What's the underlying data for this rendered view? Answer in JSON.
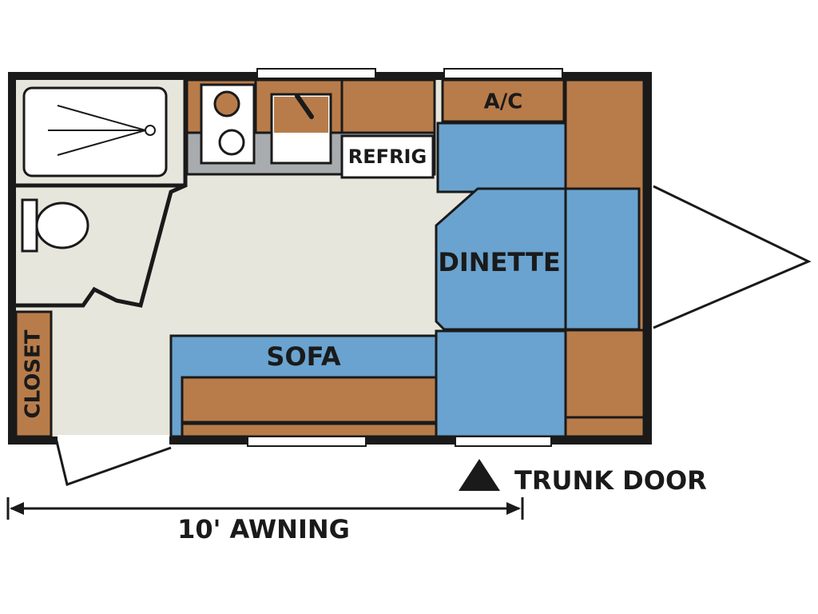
{
  "labels": {
    "ac": "A/C",
    "refrig": "REFRIG",
    "dinette": "DINETTE",
    "sofa": "SOFA",
    "closet": "CLOSET",
    "trunk_door": "TRUNK DOOR",
    "awning": "10' AWNING"
  },
  "colors": {
    "wood": "#b87c4a",
    "cushion": "#6aa3cf",
    "floor": "#e7e6dc",
    "counter": "#a8acaf",
    "outline": "#1a1a1a"
  }
}
